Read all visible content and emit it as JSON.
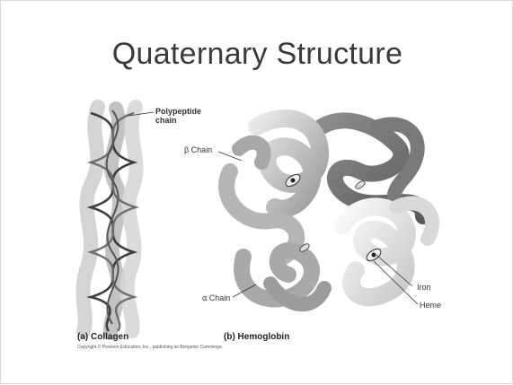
{
  "slide": {
    "title": "Quaternary Structure"
  },
  "labels": {
    "polypeptide_chain": "Polypeptide chain",
    "beta_chain": "β Chain",
    "alpha_chain": "α Chain",
    "iron": "Iron",
    "heme": "Heme"
  },
  "captions": {
    "collagen": "(a) Collagen",
    "hemoglobin": "(b) Hemoglobin"
  },
  "copyright": "Copyright © Pearson Education, Inc., publishing as Benjamin Cummings."
}
